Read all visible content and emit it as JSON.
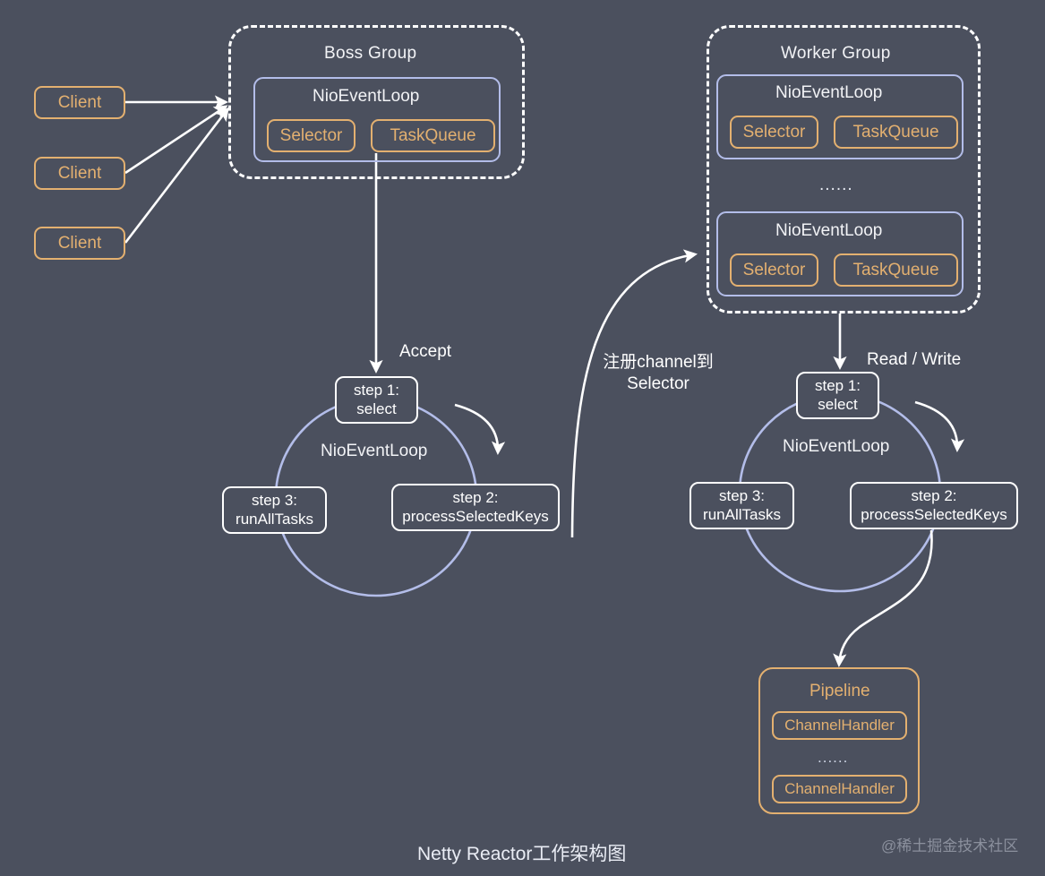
{
  "diagram": {
    "caption": "Netty Reactor工作架构图",
    "watermark": "@稀土掘金技术社区",
    "colors": {
      "background": "#4b505e",
      "accent_orange": "#e3b070",
      "accent_blue": "#b3bde9",
      "stroke_white": "#ffffff",
      "text_light": "#f2f3f6",
      "watermark": "#8b909d"
    }
  },
  "clients": [
    {
      "label": "Client"
    },
    {
      "label": "Client"
    },
    {
      "label": "Client"
    }
  ],
  "boss_group": {
    "title": "Boss Group",
    "event_loops": [
      {
        "title": "NioEventLoop",
        "selector": "Selector",
        "task_queue": "TaskQueue"
      }
    ]
  },
  "worker_group": {
    "title": "Worker Group",
    "ellipsis": "......",
    "event_loops": [
      {
        "title": "NioEventLoop",
        "selector": "Selector",
        "task_queue": "TaskQueue"
      },
      {
        "title": "NioEventLoop",
        "selector": "Selector",
        "task_queue": "TaskQueue"
      }
    ]
  },
  "boss_loop_cycle": {
    "title": "NioEventLoop",
    "incoming_label": "Accept",
    "steps": [
      {
        "line1": "step 1:",
        "line2": "select"
      },
      {
        "line1": "step 2:",
        "line2": "processSelectedKeys"
      },
      {
        "line1": "step 3:",
        "line2": "runAllTasks"
      }
    ]
  },
  "worker_loop_cycle": {
    "title": "NioEventLoop",
    "incoming_label": "Read / Write",
    "steps": [
      {
        "line1": "step 1:",
        "line2": "select"
      },
      {
        "line1": "step 2:",
        "line2": "processSelectedKeys"
      },
      {
        "line1": "step 3:",
        "line2": "runAllTasks"
      }
    ]
  },
  "register_annotation": {
    "line1": "注册channel到",
    "line2": "Selector"
  },
  "pipeline": {
    "title": "Pipeline",
    "ellipsis": "......",
    "handlers": [
      {
        "label": "ChannelHandler"
      },
      {
        "label": "ChannelHandler"
      }
    ]
  }
}
